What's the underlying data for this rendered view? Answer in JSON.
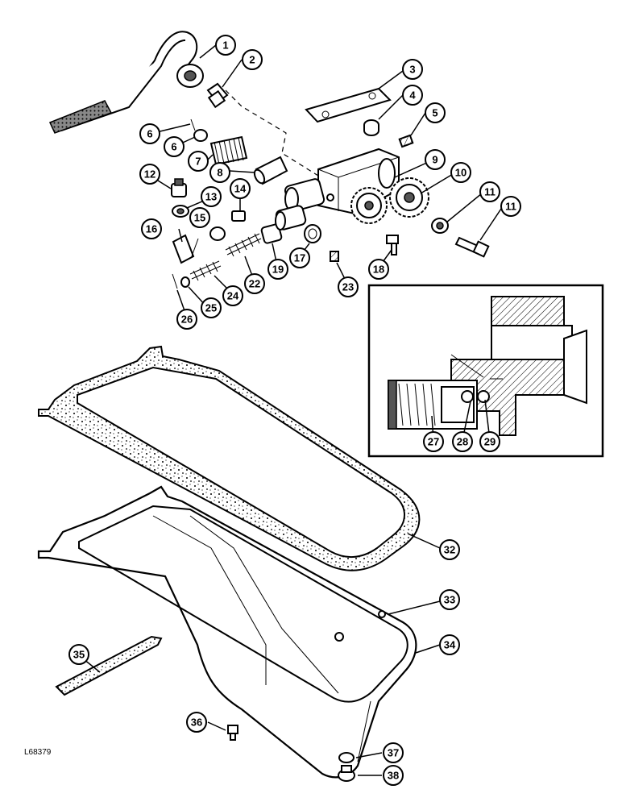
{
  "drawing_code": "L68379",
  "callouts": [
    "1",
    "2",
    "3",
    "4",
    "5",
    "6",
    "6",
    "7",
    "8",
    "9",
    "10",
    "11",
    "11",
    "12",
    "13",
    "14",
    "15",
    "16",
    "17",
    "18",
    "19",
    "22",
    "23",
    "24",
    "25",
    "26",
    "27",
    "28",
    "29",
    "32",
    "33",
    "34",
    "35",
    "36",
    "37",
    "38"
  ]
}
